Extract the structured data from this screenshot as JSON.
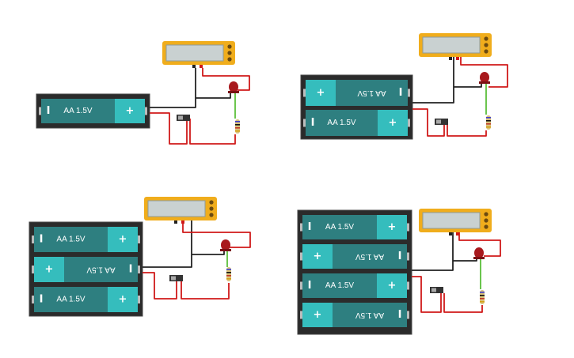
{
  "colors": {
    "holder": "#2b2b2b",
    "holder_edge": "#444444",
    "cell_body": "#2e7f80",
    "cell_cap": "#35bdbd",
    "cell_terminal": "#bcbcbc",
    "wire_red": "#d01919",
    "wire_black": "#222222",
    "wire_green": "#5bbf3a",
    "meter_body": "#f0ad1c",
    "meter_screen": "#c9d1d1",
    "led": "#a8191d"
  },
  "cell_label": "AA 1.5V",
  "plus_sign": "+",
  "minus_sign": "I",
  "circuits": [
    {
      "name": "circuit-1-cell",
      "cells": [
        {
          "orientation": "normal"
        }
      ]
    },
    {
      "name": "circuit-2-cells",
      "cells": [
        {
          "orientation": "flipped"
        },
        {
          "orientation": "normal"
        }
      ]
    },
    {
      "name": "circuit-3-cells",
      "cells": [
        {
          "orientation": "normal"
        },
        {
          "orientation": "flipped"
        },
        {
          "orientation": "normal"
        }
      ]
    },
    {
      "name": "circuit-4-cells",
      "cells": [
        {
          "orientation": "normal"
        },
        {
          "orientation": "flipped"
        },
        {
          "orientation": "normal"
        },
        {
          "orientation": "flipped"
        }
      ]
    }
  ]
}
